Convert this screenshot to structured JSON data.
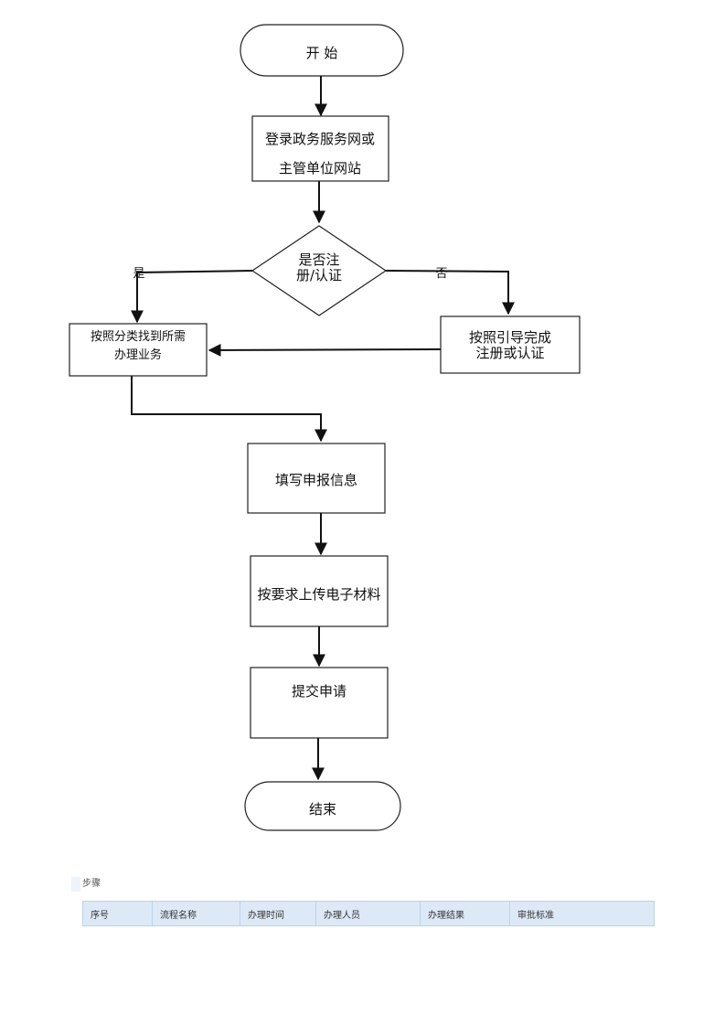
{
  "flowchart": {
    "start": "开 始",
    "login_line1": "登录政务服务网或",
    "login_line2": "主管单位网站",
    "decision_line1": "是否注",
    "decision_line2": "册/认证",
    "yes_label": "是",
    "no_label": "否",
    "find_line1": "按照分类找到所需",
    "find_line2": "办理业务",
    "register_line1": "按照引导完成",
    "register_line2": "注册或认证",
    "fill_info": "填写申报信息",
    "upload": "按要求上传电子材料",
    "submit": "提交申请",
    "end": "结束"
  },
  "steps": {
    "label": "步骤",
    "columns": [
      "序号",
      "流程名称",
      "办理时间",
      "办理人员",
      "办理结果",
      "审批标准"
    ]
  }
}
